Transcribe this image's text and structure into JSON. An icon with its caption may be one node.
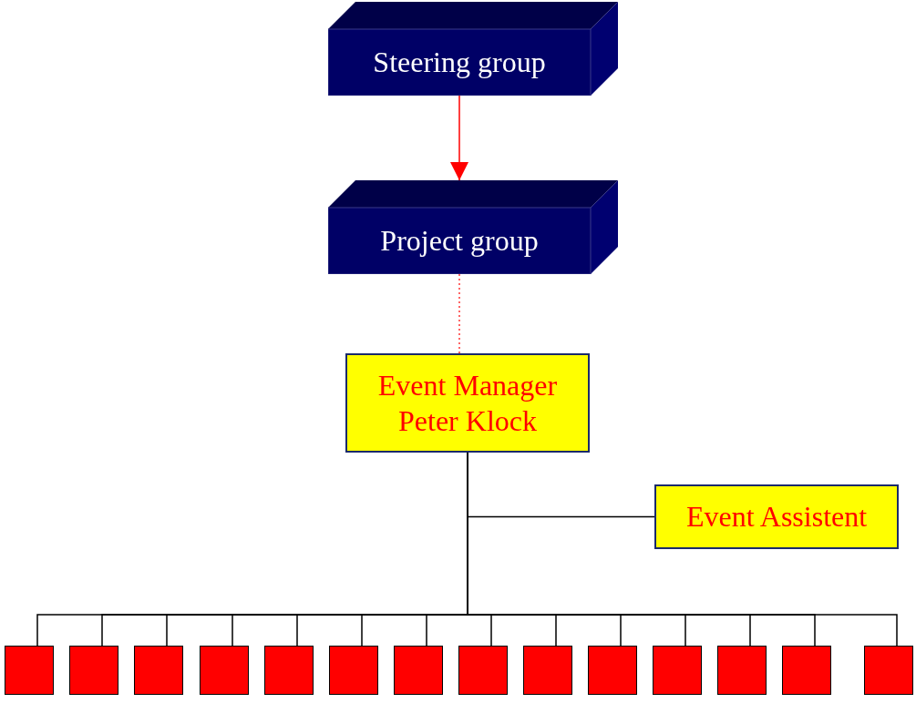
{
  "diagram": {
    "nodes": [
      {
        "text": [
          "Steering group"
        ]
      },
      {
        "text": [
          "Project group"
        ]
      },
      {
        "text": [
          "Event Manager Peter Klock"
        ]
      },
      {
        "text": [
          "Event Assistent"
        ]
      },
      {
        "text": [],
        "shape": "box"
      },
      {
        "text": [],
        "shape": "box"
      },
      {
        "text": [],
        "shape": "box"
      },
      {
        "text": [],
        "shape": "box"
      },
      {
        "text": [],
        "shape": "box"
      },
      {
        "text": [],
        "shape": "box"
      },
      {
        "text": [],
        "shape": "box"
      },
      {
        "text": [],
        "shape": "box"
      },
      {
        "text": [],
        "shape": "box"
      },
      {
        "text": [],
        "shape": "box"
      },
      {
        "text": [],
        "shape": "box"
      },
      {
        "text": [],
        "shape": "box"
      },
      {
        "text": [],
        "shape": "box"
      },
      {
        "text": [],
        "shape": "box"
      }
    ],
    "edges": [
      {
        "from": 0,
        "to": 1,
        "arrow": "to",
        "color": "#ff0000"
      },
      {
        "from": 1,
        "to": 2,
        "arrow": "none",
        "style": "dashed",
        "color": "#ff0000"
      },
      {
        "from": 2,
        "to": 3,
        "arrow": "none"
      },
      {
        "from": 2,
        "to": 4,
        "arrow": "none"
      },
      {
        "from": 2,
        "to": 5,
        "arrow": "none"
      },
      {
        "from": 2,
        "to": 6,
        "arrow": "none"
      },
      {
        "from": 2,
        "to": 7,
        "arrow": "none"
      },
      {
        "from": 2,
        "to": 8,
        "arrow": "none"
      },
      {
        "from": 2,
        "to": 9,
        "arrow": "none"
      },
      {
        "from": 2,
        "to": 10,
        "arrow": "none"
      },
      {
        "from": 2,
        "to": 11,
        "arrow": "none"
      },
      {
        "from": 2,
        "to": 12,
        "arrow": "none"
      },
      {
        "from": 2,
        "to": 13,
        "arrow": "none"
      },
      {
        "from": 2,
        "to": 14,
        "arrow": "none"
      },
      {
        "from": 2,
        "to": 15,
        "arrow": "none"
      },
      {
        "from": 2,
        "to": 16,
        "arrow": "none"
      },
      {
        "from": 2,
        "to": 17,
        "arrow": "none"
      }
    ]
  }
}
